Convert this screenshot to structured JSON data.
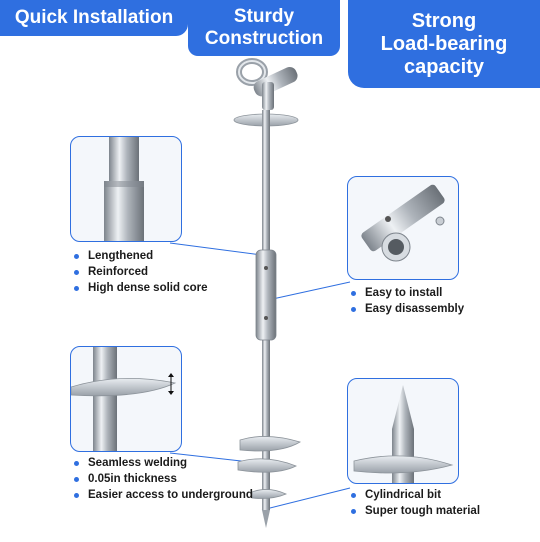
{
  "banners": {
    "quick_install": "Quick Installation",
    "sturdy_line1": "Sturdy",
    "sturdy_line2": "Construction",
    "strong_line1": "Strong",
    "strong_line2": "Load-bearing",
    "strong_line3": "capacity"
  },
  "callouts": {
    "shaft": [
      "Lengthened",
      "Reinforced",
      "High dense solid core"
    ],
    "joint": [
      "Easy to install",
      "Easy disassembly"
    ],
    "helix": [
      "Seamless welding",
      "0.05in thickness",
      "Easier access to underground"
    ],
    "tip": [
      "Cylindrical bit",
      "Super tough material"
    ]
  },
  "colors": {
    "accent": "#2f6fe0",
    "metal": "#b8bec6"
  }
}
